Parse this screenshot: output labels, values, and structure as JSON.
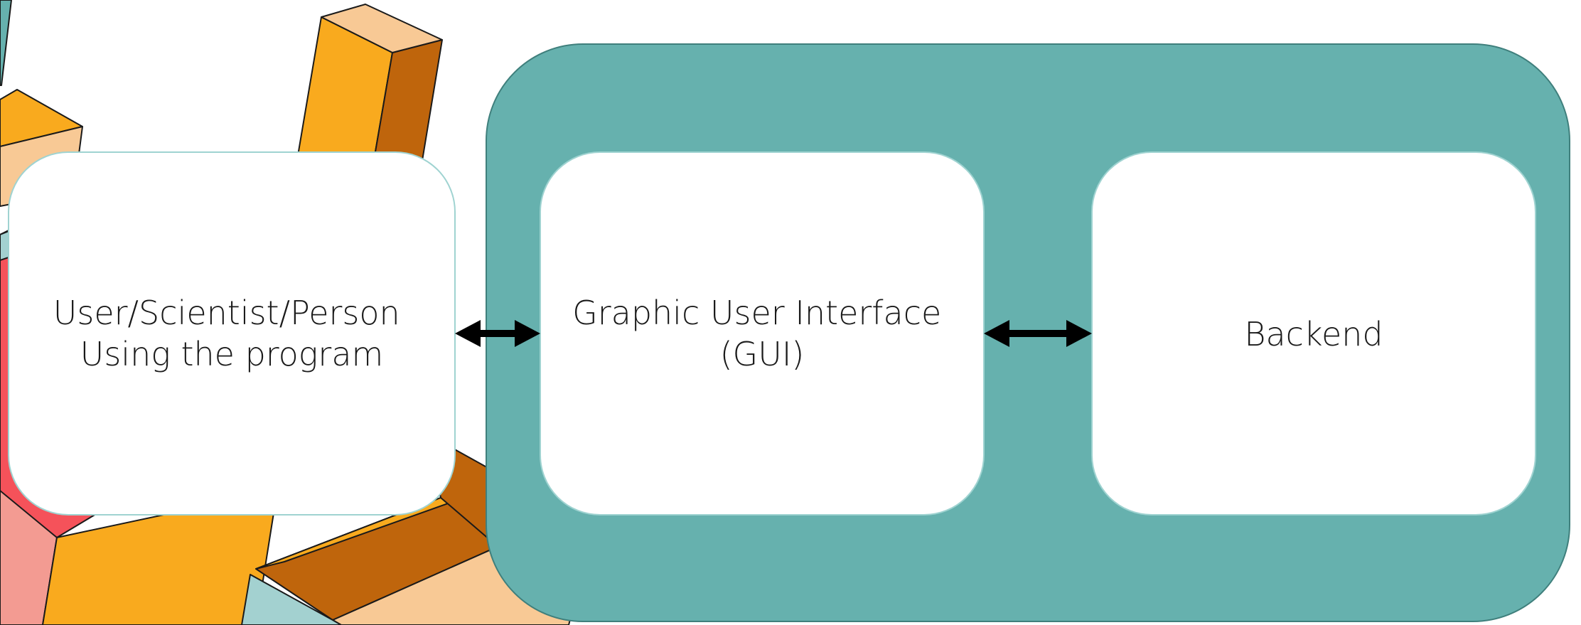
{
  "diagram": {
    "nodes": [
      {
        "id": "user",
        "lines": [
          "User/Scientist/Person",
          "Using the program"
        ]
      },
      {
        "id": "gui",
        "lines": [
          "Graphic User Interface",
          "(GUI)"
        ]
      },
      {
        "id": "backend",
        "lines": [
          "Backend"
        ]
      }
    ],
    "edges": [
      {
        "from": "user",
        "to": "gui",
        "direction": "both"
      },
      {
        "from": "gui",
        "to": "backend",
        "direction": "both"
      }
    ]
  },
  "colors": {
    "container": "#66b1ae",
    "container_border": "#3f7f7c",
    "box_fill": "#ffffff",
    "box_border": "#9fd3d1",
    "arrow": "#000000",
    "block_orange": "#f9aa1e",
    "block_dark_orange": "#bf650c",
    "block_peach": "#f8c995",
    "block_red": "#f5525a",
    "block_pink": "#f39b92",
    "block_teal_light": "#a3d1d0"
  }
}
